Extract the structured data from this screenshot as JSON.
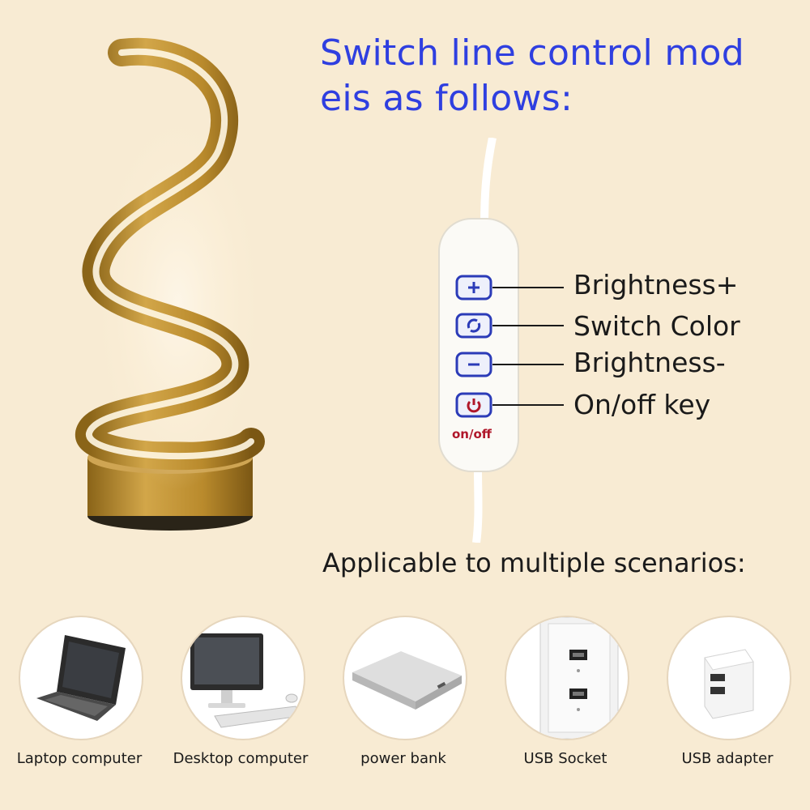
{
  "heading": {
    "line1": "Switch line control mod",
    "line2": "eis as follows:"
  },
  "controller": {
    "buttons": [
      {
        "label": "Brightness+",
        "icon": "plus-icon"
      },
      {
        "label": "Switch Color",
        "icon": "cycle-icon"
      },
      {
        "label": "Brightness-",
        "icon": "minus-icon"
      },
      {
        "label": "On/off key",
        "icon": "power-icon"
      }
    ],
    "power_text": "on/off"
  },
  "subheading": "Applicable to multiple scenarios:",
  "scenarios": [
    {
      "label": "Laptop computer",
      "icon": "laptop-icon"
    },
    {
      "label": "Desktop computer",
      "icon": "desktop-icon"
    },
    {
      "label": "power bank",
      "icon": "power-bank-icon"
    },
    {
      "label": "USB Socket",
      "icon": "usb-socket-icon"
    },
    {
      "label": "USB adapter",
      "icon": "usb-adapter-icon"
    }
  ],
  "colors": {
    "background": "#f8ebd3",
    "heading": "#2f3fe0",
    "button_outline": "#2b3bb8",
    "lamp_gold": "#b98a2c",
    "power_text": "#b0172a"
  }
}
